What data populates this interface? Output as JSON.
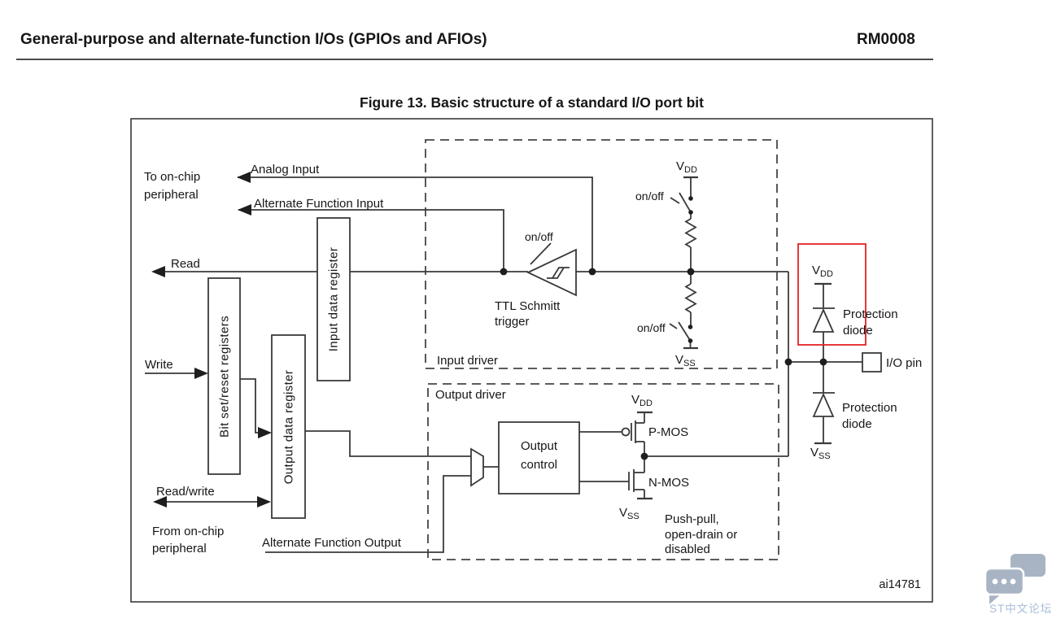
{
  "header": {
    "section_title": "General-purpose and alternate-function I/Os (GPIOs and AFIOs)",
    "doc_ref": "RM0008"
  },
  "figure": {
    "caption": "Figure 13. Basic structure of a standard I/O port bit",
    "image_code": "ai14781"
  },
  "symbols": {
    "v": "V",
    "dd": "DD",
    "ss": "SS"
  },
  "labels": {
    "to_on_chip_1": "To on-chip",
    "to_on_chip_2": "peripheral",
    "analog_input": "Analog Input",
    "alternate_function_input": "Alternate Function Input",
    "read": "Read",
    "write": "Write",
    "read_write": "Read/write",
    "from_on_chip_1": "From on-chip",
    "from_on_chip_2": "peripheral",
    "alternate_function_output": "Alternate Function Output",
    "input_driver": "Input driver",
    "output_driver": "Output driver",
    "ttl_schmitt_1": "TTL Schmitt",
    "ttl_schmitt_2": "trigger",
    "on_off": "on/off",
    "pmos": "P-MOS",
    "nmos": "N-MOS",
    "output_control_1": "Output",
    "output_control_2": "control",
    "push_pull_1": "Push-pull,",
    "push_pull_2": "open-drain or",
    "push_pull_3": "disabled",
    "protection_diode_1": "Protection",
    "protection_diode_2": "diode",
    "io_pin": "I/O pin"
  },
  "registers": {
    "bit_set_reset": "Bit set/reset registers",
    "input_data": "Input data register",
    "output_data": "Output data register"
  },
  "watermark": {
    "text": "ST中文论坛"
  },
  "colors": {
    "highlight_box": "#e32226",
    "line": "#3a3a3a",
    "watermark_icon": "#a8b4c3",
    "watermark_text": "#a9bdd8"
  }
}
